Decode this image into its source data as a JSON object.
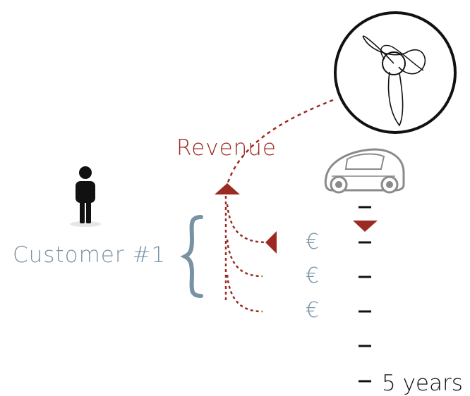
{
  "labels": {
    "revenue": "Revenue",
    "customer": "Customer #1",
    "euro_1": "€",
    "euro_2": "€",
    "euro_3": "€",
    "timeline_end": "5 years"
  },
  "colors": {
    "revenue_red": "#9b2a22",
    "customer_blue": "#7a93a4",
    "ink": "#111111"
  },
  "icons": [
    "person-icon",
    "car-icon",
    "wind-turbine-icon",
    "brace-icon",
    "triangle-marker-icon"
  ]
}
